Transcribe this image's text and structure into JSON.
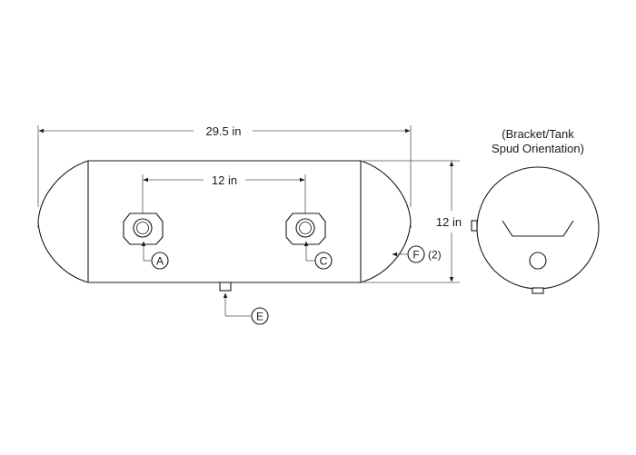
{
  "dimensions": {
    "overall_length": "29.5 in",
    "port_spacing": "12 in",
    "diameter": "12 in"
  },
  "callouts": {
    "a": "A",
    "c": "C",
    "e": "E",
    "f": "F",
    "f_qty": "(2)"
  },
  "end_view": {
    "title_line1": "(Bracket/Tank",
    "title_line2": "Spud Orientation)"
  }
}
